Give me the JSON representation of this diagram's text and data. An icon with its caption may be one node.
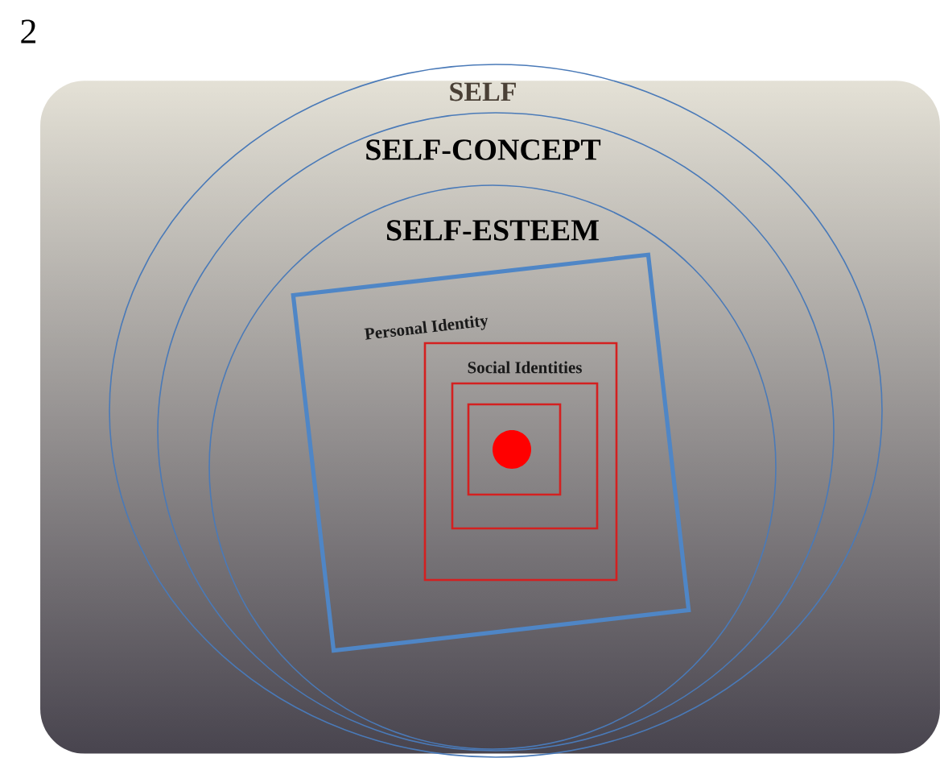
{
  "diagram": {
    "nodes": [
      {
        "text": [
          "SELF"
        ]
      },
      {
        "text": [
          "SELF-CONCEPT"
        ],
        "in": 0
      },
      {
        "text": [
          "SELF-ESTEEM"
        ],
        "in": 1
      },
      {
        "text": [
          "Personal Identity"
        ],
        "in": 2
      },
      {
        "text": [
          "Social Identities"
        ],
        "in": 3
      },
      {
        "text": [],
        "shape": "box",
        "in": 4
      },
      {
        "text": [],
        "shape": "box",
        "in": 5
      },
      {
        "text": [],
        "shape": "circle",
        "in": 6
      }
    ],
    "labels": [
      "2"
    ]
  }
}
